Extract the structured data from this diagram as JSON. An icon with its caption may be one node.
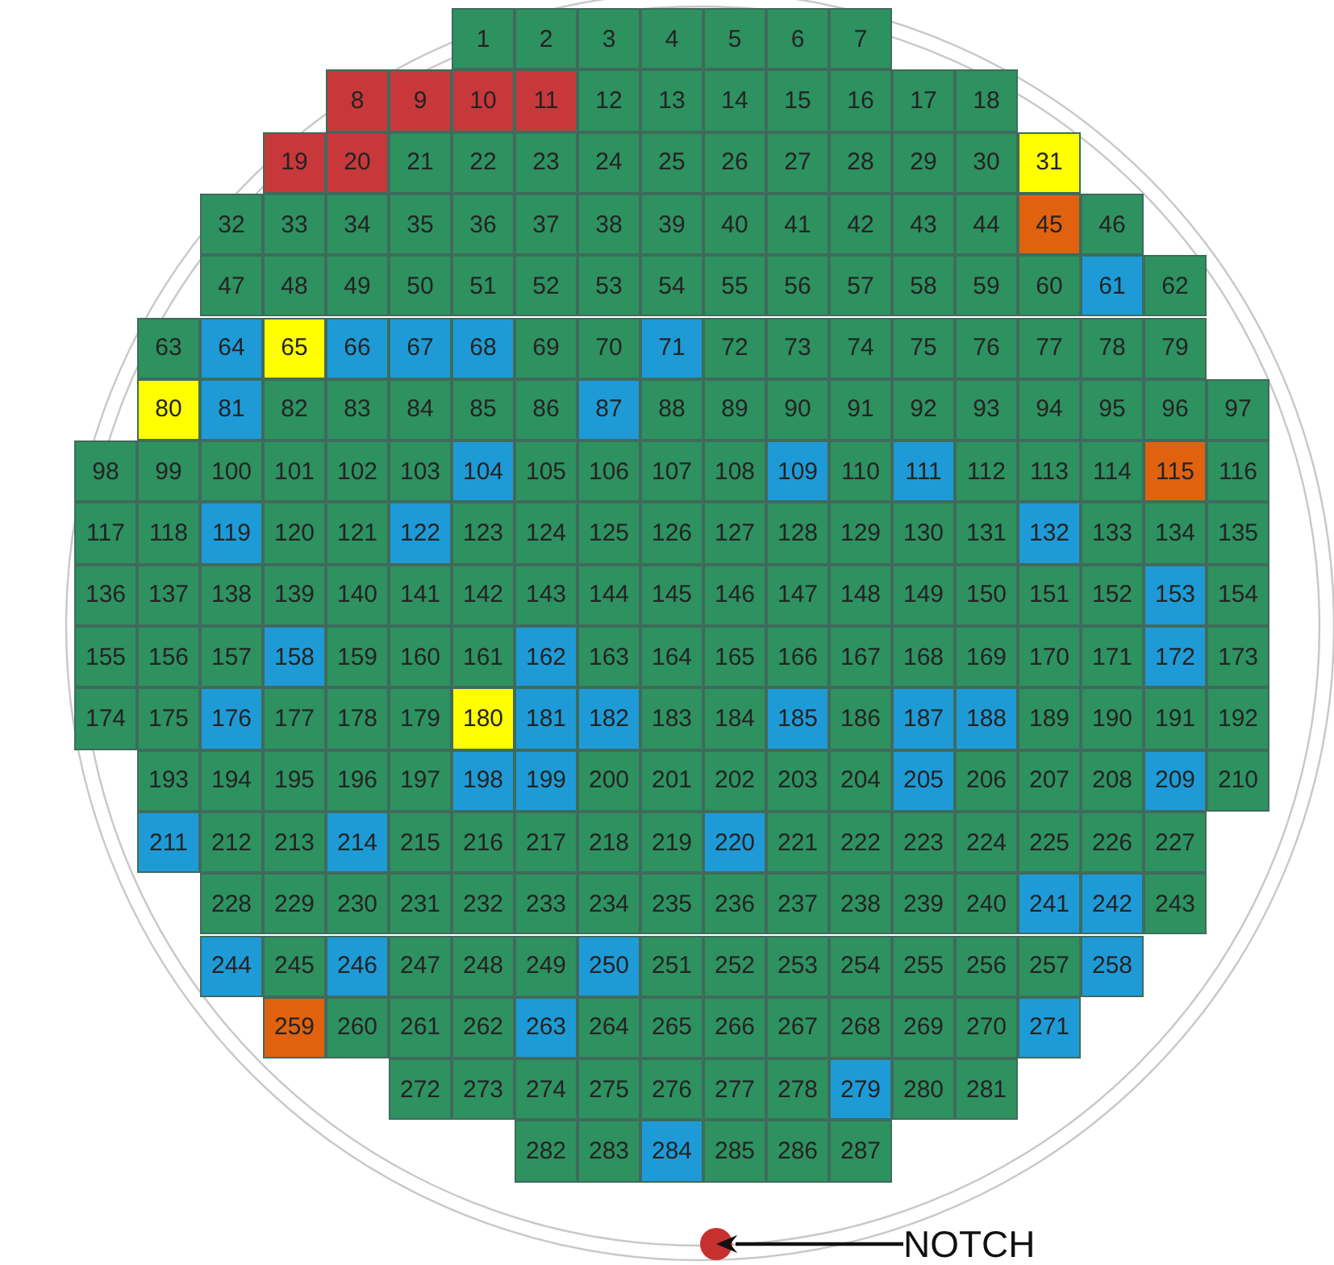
{
  "diagram": {
    "nodes": [
      {
        "text": [
          "1"
        ]
      },
      {
        "text": [
          "2"
        ]
      },
      {
        "text": [
          "3"
        ]
      },
      {
        "text": [
          "4"
        ]
      },
      {
        "text": [
          "5"
        ]
      },
      {
        "text": [
          "6"
        ]
      },
      {
        "text": [
          "7"
        ]
      },
      {
        "text": [
          "8"
        ]
      },
      {
        "text": [
          "9"
        ]
      },
      {
        "text": [
          "10"
        ]
      },
      {
        "text": [
          "11"
        ]
      },
      {
        "text": [
          "12"
        ]
      },
      {
        "text": [
          "13"
        ]
      },
      {
        "text": [
          "14"
        ]
      },
      {
        "text": [
          "15"
        ]
      },
      {
        "text": [
          "16"
        ]
      },
      {
        "text": [
          "17"
        ]
      },
      {
        "text": [
          "18"
        ]
      },
      {
        "text": [
          "19"
        ]
      },
      {
        "text": [
          "20"
        ]
      },
      {
        "text": [
          "21"
        ]
      },
      {
        "text": [
          "22"
        ]
      },
      {
        "text": [
          "23"
        ]
      },
      {
        "text": [
          "24"
        ]
      },
      {
        "text": [
          "25"
        ]
      },
      {
        "text": [
          "26"
        ]
      },
      {
        "text": [
          "27"
        ]
      },
      {
        "text": [
          "28"
        ]
      },
      {
        "text": [
          "29"
        ]
      },
      {
        "text": [
          "30"
        ]
      },
      {
        "text": [
          "31"
        ]
      },
      {
        "text": [
          "32"
        ]
      },
      {
        "text": [
          "33"
        ]
      },
      {
        "text": [
          "34"
        ]
      },
      {
        "text": [
          "35"
        ]
      },
      {
        "text": [
          "36"
        ]
      },
      {
        "text": [
          "37"
        ]
      },
      {
        "text": [
          "38"
        ]
      },
      {
        "text": [
          "39"
        ]
      },
      {
        "text": [
          "40"
        ]
      },
      {
        "text": [
          "41"
        ]
      },
      {
        "text": [
          "42"
        ]
      },
      {
        "text": [
          "43"
        ]
      },
      {
        "text": [
          "44"
        ]
      },
      {
        "text": [
          "45"
        ]
      },
      {
        "text": [
          "46"
        ]
      },
      {
        "text": [
          "47"
        ]
      },
      {
        "text": [
          "48"
        ]
      },
      {
        "text": [
          "49"
        ]
      },
      {
        "text": [
          "50"
        ]
      },
      {
        "text": [
          "51"
        ]
      },
      {
        "text": [
          "52"
        ]
      },
      {
        "text": [
          "53"
        ]
      },
      {
        "text": [
          "54"
        ]
      },
      {
        "text": [
          "55"
        ]
      },
      {
        "text": [
          "56"
        ]
      },
      {
        "text": [
          "57"
        ]
      },
      {
        "text": [
          "58"
        ]
      },
      {
        "text": [
          "59"
        ]
      },
      {
        "text": [
          "60"
        ]
      },
      {
        "text": [
          "61"
        ]
      },
      {
        "text": [
          "62"
        ]
      },
      {
        "text": [
          "63"
        ]
      },
      {
        "text": [
          "64"
        ]
      },
      {
        "text": [
          "65"
        ]
      },
      {
        "text": [
          "66"
        ]
      },
      {
        "text": [
          "67"
        ]
      },
      {
        "text": [
          "68"
        ]
      },
      {
        "text": [
          "69"
        ]
      },
      {
        "text": [
          "70"
        ]
      },
      {
        "text": [
          "71"
        ]
      },
      {
        "text": [
          "72"
        ]
      },
      {
        "text": [
          "73"
        ]
      },
      {
        "text": [
          "74"
        ]
      },
      {
        "text": [
          "75"
        ]
      },
      {
        "text": [
          "76"
        ]
      },
      {
        "text": [
          "77"
        ]
      },
      {
        "text": [
          "78"
        ]
      },
      {
        "text": [
          "79"
        ]
      },
      {
        "text": [
          "80"
        ]
      },
      {
        "text": [
          "81"
        ]
      },
      {
        "text": [
          "82"
        ]
      },
      {
        "text": [
          "83"
        ]
      },
      {
        "text": [
          "84"
        ]
      },
      {
        "text": [
          "85"
        ]
      },
      {
        "text": [
          "86"
        ]
      },
      {
        "text": [
          "87"
        ]
      },
      {
        "text": [
          "88"
        ]
      },
      {
        "text": [
          "89"
        ]
      },
      {
        "text": [
          "90"
        ]
      },
      {
        "text": [
          "91"
        ]
      },
      {
        "text": [
          "92"
        ]
      },
      {
        "text": [
          "93"
        ]
      },
      {
        "text": [
          "94"
        ]
      },
      {
        "text": [
          "95"
        ]
      },
      {
        "text": [
          "96"
        ]
      },
      {
        "text": [
          "97"
        ]
      },
      {
        "text": [
          "98"
        ]
      },
      {
        "text": [
          "99"
        ]
      },
      {
        "text": [
          "100"
        ]
      },
      {
        "text": [
          "101"
        ]
      },
      {
        "text": [
          "102"
        ]
      },
      {
        "text": [
          "103"
        ]
      },
      {
        "text": [
          "104"
        ]
      },
      {
        "text": [
          "105"
        ]
      },
      {
        "text": [
          "106"
        ]
      },
      {
        "text": [
          "107"
        ]
      },
      {
        "text": [
          "108"
        ]
      },
      {
        "text": [
          "109"
        ]
      },
      {
        "text": [
          "110"
        ]
      },
      {
        "text": [
          "111"
        ]
      },
      {
        "text": [
          "112"
        ]
      },
      {
        "text": [
          "113"
        ]
      },
      {
        "text": [
          "114"
        ]
      },
      {
        "text": [
          "115"
        ]
      },
      {
        "text": [
          "116"
        ]
      },
      {
        "text": [
          "117"
        ]
      },
      {
        "text": [
          "118"
        ]
      },
      {
        "text": [
          "119"
        ]
      },
      {
        "text": [
          "120"
        ]
      },
      {
        "text": [
          "121"
        ]
      },
      {
        "text": [
          "122"
        ]
      },
      {
        "text": [
          "123"
        ]
      },
      {
        "text": [
          "124"
        ]
      },
      {
        "text": [
          "125"
        ]
      },
      {
        "text": [
          "126"
        ]
      },
      {
        "text": [
          "127"
        ]
      },
      {
        "text": [
          "128"
        ]
      },
      {
        "text": [
          "129"
        ]
      },
      {
        "text": [
          "130"
        ]
      },
      {
        "text": [
          "131"
        ]
      },
      {
        "text": [
          "132"
        ]
      },
      {
        "text": [
          "133"
        ]
      },
      {
        "text": [
          "134"
        ]
      },
      {
        "text": [
          "135"
        ]
      },
      {
        "text": [
          "136"
        ]
      },
      {
        "text": [
          "137"
        ]
      },
      {
        "text": [
          "138"
        ]
      },
      {
        "text": [
          "139"
        ]
      },
      {
        "text": [
          "140"
        ]
      },
      {
        "text": [
          "141"
        ]
      },
      {
        "text": [
          "142"
        ]
      },
      {
        "text": [
          "143"
        ]
      },
      {
        "text": [
          "144"
        ]
      },
      {
        "text": [
          "145"
        ]
      },
      {
        "text": [
          "146"
        ]
      },
      {
        "text": [
          "147"
        ]
      },
      {
        "text": [
          "148"
        ]
      },
      {
        "text": [
          "149"
        ]
      },
      {
        "text": [
          "150"
        ]
      },
      {
        "text": [
          "151"
        ]
      },
      {
        "text": [
          "152"
        ]
      },
      {
        "text": [
          "153"
        ]
      },
      {
        "text": [
          "154"
        ]
      },
      {
        "text": [
          "155"
        ]
      },
      {
        "text": [
          "156"
        ]
      },
      {
        "text": [
          "157"
        ]
      },
      {
        "text": [
          "158"
        ]
      },
      {
        "text": [
          "159"
        ]
      },
      {
        "text": [
          "160"
        ]
      },
      {
        "text": [
          "161"
        ]
      },
      {
        "text": [
          "162"
        ]
      },
      {
        "text": [
          "163"
        ]
      },
      {
        "text": [
          "164"
        ]
      },
      {
        "text": [
          "165"
        ]
      },
      {
        "text": [
          "166"
        ]
      },
      {
        "text": [
          "167"
        ]
      },
      {
        "text": [
          "168"
        ]
      },
      {
        "text": [
          "169"
        ]
      },
      {
        "text": [
          "170"
        ]
      },
      {
        "text": [
          "171"
        ]
      },
      {
        "text": [
          "172"
        ]
      },
      {
        "text": [
          "173"
        ]
      },
      {
        "text": [
          "174"
        ]
      },
      {
        "text": [
          "175"
        ]
      },
      {
        "text": [
          "176"
        ]
      },
      {
        "text": [
          "177"
        ]
      },
      {
        "text": [
          "178"
        ]
      },
      {
        "text": [
          "179"
        ]
      },
      {
        "text": [
          "180"
        ]
      },
      {
        "text": [
          "181"
        ]
      },
      {
        "text": [
          "182"
        ]
      },
      {
        "text": [
          "183"
        ]
      },
      {
        "text": [
          "184"
        ]
      },
      {
        "text": [
          "185"
        ]
      },
      {
        "text": [
          "186"
        ]
      },
      {
        "text": [
          "187"
        ]
      },
      {
        "text": [
          "188"
        ]
      },
      {
        "text": [
          "189"
        ]
      },
      {
        "text": [
          "190"
        ]
      },
      {
        "text": [
          "191"
        ]
      },
      {
        "text": [
          "192"
        ]
      },
      {
        "text": [
          "193"
        ]
      },
      {
        "text": [
          "194"
        ]
      },
      {
        "text": [
          "195"
        ]
      },
      {
        "text": [
          "196"
        ]
      },
      {
        "text": [
          "197"
        ]
      },
      {
        "text": [
          "198"
        ]
      },
      {
        "text": [
          "199"
        ]
      },
      {
        "text": [
          "200"
        ]
      },
      {
        "text": [
          "201"
        ]
      },
      {
        "text": [
          "202"
        ]
      },
      {
        "text": [
          "203"
        ]
      },
      {
        "text": [
          "204"
        ]
      },
      {
        "text": [
          "205"
        ]
      },
      {
        "text": [
          "206"
        ]
      },
      {
        "text": [
          "207"
        ]
      },
      {
        "text": [
          "208"
        ]
      },
      {
        "text": [
          "209"
        ]
      },
      {
        "text": [
          "210"
        ]
      },
      {
        "text": [
          "211"
        ]
      },
      {
        "text": [
          "212"
        ]
      },
      {
        "text": [
          "213"
        ]
      },
      {
        "text": [
          "214"
        ]
      },
      {
        "text": [
          "215"
        ]
      },
      {
        "text": [
          "216"
        ]
      },
      {
        "text": [
          "217"
        ]
      },
      {
        "text": [
          "218"
        ]
      },
      {
        "text": [
          "219"
        ]
      },
      {
        "text": [
          "220"
        ]
      },
      {
        "text": [
          "221"
        ]
      },
      {
        "text": [
          "222"
        ]
      },
      {
        "text": [
          "223"
        ]
      },
      {
        "text": [
          "224"
        ]
      },
      {
        "text": [
          "225"
        ]
      },
      {
        "text": [
          "226"
        ]
      },
      {
        "text": [
          "227"
        ]
      },
      {
        "text": [
          "228"
        ]
      },
      {
        "text": [
          "229"
        ]
      },
      {
        "text": [
          "230"
        ]
      },
      {
        "text": [
          "231"
        ]
      },
      {
        "text": [
          "232"
        ]
      },
      {
        "text": [
          "233"
        ]
      },
      {
        "text": [
          "234"
        ]
      },
      {
        "text": [
          "235"
        ]
      },
      {
        "text": [
          "236"
        ]
      },
      {
        "text": [
          "237"
        ]
      },
      {
        "text": [
          "238"
        ]
      },
      {
        "text": [
          "239"
        ]
      },
      {
        "text": [
          "240"
        ]
      },
      {
        "text": [
          "241"
        ]
      },
      {
        "text": [
          "242"
        ]
      },
      {
        "text": [
          "243"
        ]
      },
      {
        "text": [
          "244"
        ]
      },
      {
        "text": [
          "245"
        ]
      },
      {
        "text": [
          "246"
        ]
      },
      {
        "text": [
          "247"
        ]
      },
      {
        "text": [
          "248"
        ]
      },
      {
        "text": [
          "249"
        ]
      },
      {
        "text": [
          "250"
        ]
      },
      {
        "text": [
          "251"
        ]
      },
      {
        "text": [
          "252"
        ]
      },
      {
        "text": [
          "253"
        ]
      },
      {
        "text": [
          "254"
        ]
      },
      {
        "text": [
          "255"
        ]
      },
      {
        "text": [
          "256"
        ]
      },
      {
        "text": [
          "257"
        ]
      },
      {
        "text": [
          "258"
        ]
      },
      {
        "text": [
          "259"
        ]
      },
      {
        "text": [
          "260"
        ]
      },
      {
        "text": [
          "261"
        ]
      },
      {
        "text": [
          "262"
        ]
      },
      {
        "text": [
          "263"
        ]
      },
      {
        "text": [
          "264"
        ]
      },
      {
        "text": [
          "265"
        ]
      },
      {
        "text": [
          "266"
        ]
      },
      {
        "text": [
          "267"
        ]
      },
      {
        "text": [
          "268"
        ]
      },
      {
        "text": [
          "269"
        ]
      },
      {
        "text": [
          "270"
        ]
      },
      {
        "text": [
          "271"
        ]
      },
      {
        "text": [
          "272"
        ]
      },
      {
        "text": [
          "273"
        ]
      },
      {
        "text": [
          "274"
        ]
      },
      {
        "text": [
          "275"
        ]
      },
      {
        "text": [
          "276"
        ]
      },
      {
        "text": [
          "277"
        ]
      },
      {
        "text": [
          "278"
        ]
      },
      {
        "text": [
          "279"
        ]
      },
      {
        "text": [
          "280"
        ]
      },
      {
        "text": [
          "281"
        ]
      },
      {
        "text": [
          "282"
        ]
      },
      {
        "text": [
          "283"
        ]
      },
      {
        "text": [
          "284"
        ]
      },
      {
        "text": [
          "285"
        ]
      },
      {
        "text": [
          "286"
        ]
      },
      {
        "text": [
          "287"
        ]
      },
      {
        "text": [],
        "shape": "circle"
      },
      {
        "text": [
          "NOTCH"
        ]
      }
    ],
    "edges": [
      {
        "from": 288,
        "to": 287,
        "arrow": "to"
      }
    ]
  }
}
